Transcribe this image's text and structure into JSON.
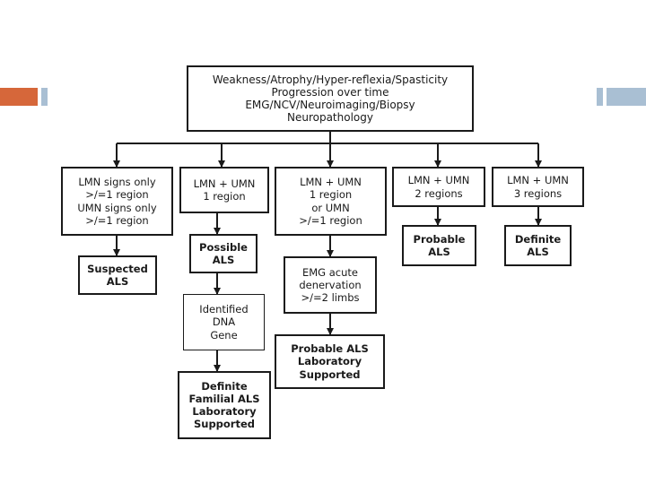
{
  "colors": {
    "accent_orange": "#d6673a",
    "accent_blue": "#a9bfd3",
    "line": "#1a1a1a"
  },
  "diagram": {
    "top": "Weakness/Atrophy/Hyper-reflexia/Spasticity\nProgression over time\nEMG/NCV/Neuroimaging/Biopsy\nNeuropathology",
    "col1": {
      "criteria": "LMN signs only\n>/=1 region\nUMN signs only\n>/=1 region",
      "result": "Suspected\nALS"
    },
    "col2": {
      "criteria": "LMN + UMN\n1 region",
      "result": "Possible\nALS",
      "test": "Identified\nDNA\nGene",
      "final": "Definite\nFamilial ALS\nLaboratory\nSupported"
    },
    "col3": {
      "criteria": "LMN + UMN\n1 region\nor UMN\n>/=1 region",
      "test": "EMG acute\ndenervation\n>/=2 limbs",
      "final": "Probable ALS\nLaboratory\nSupported"
    },
    "col4": {
      "criteria": "LMN + UMN\n2 regions",
      "result": "Probable\nALS"
    },
    "col5": {
      "criteria": "LMN + UMN\n3 regions",
      "result": "Definite\nALS"
    }
  }
}
